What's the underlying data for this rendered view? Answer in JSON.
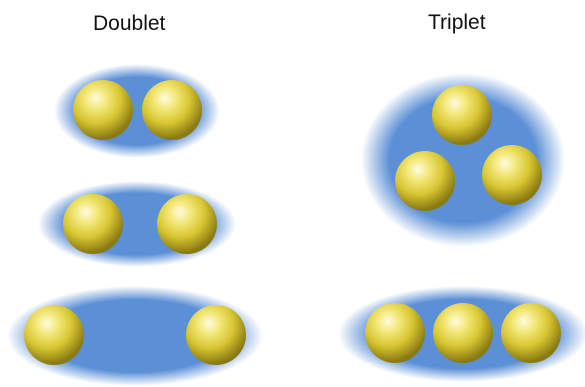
{
  "groups": [
    {
      "label": "Doublet",
      "configurations": 3,
      "balls_per_configuration": 2
    },
    {
      "label": "Triplet",
      "configurations": 2,
      "balls_per_configuration": 3
    }
  ],
  "colors": {
    "cloud": "#5b8fd6",
    "ball_highlight": "#fffbe0",
    "ball_mid": "#e4d44a",
    "ball_edge": "#8a7a12"
  }
}
